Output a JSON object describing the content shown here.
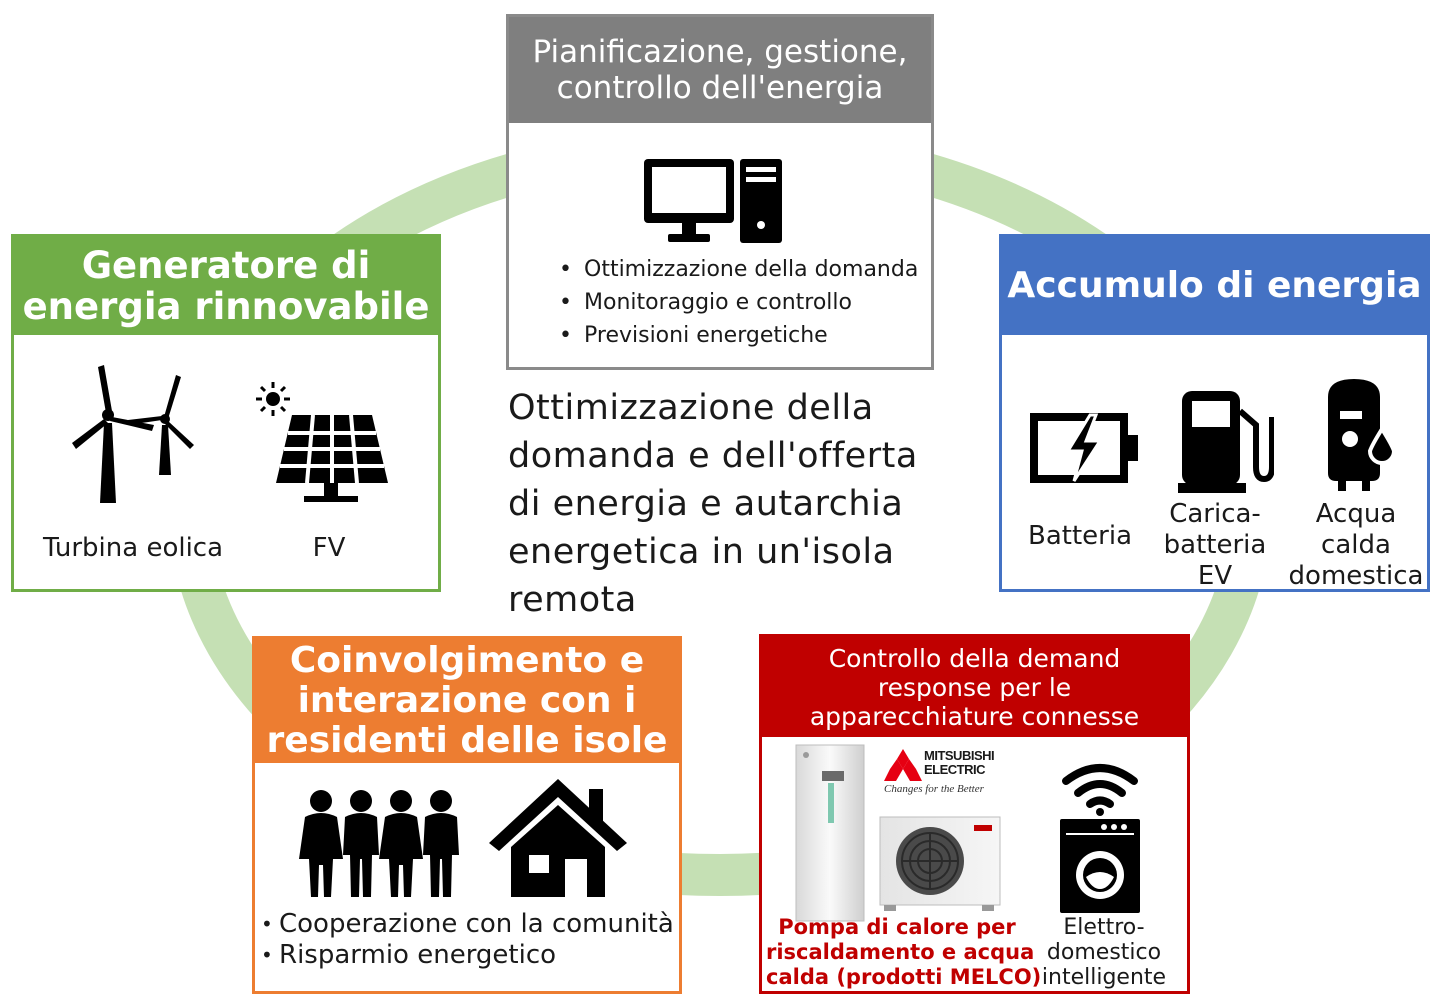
{
  "center_text": [
    "Ottimizzazione della",
    "domanda e dell'offerta",
    "di energia e autarchia",
    "energetica in un'isola",
    "remota"
  ],
  "colors": {
    "ring": "#c5e0b4",
    "planning": "#7f7f7f",
    "renewable": "#70ad47",
    "storage": "#4472c4",
    "engagement": "#ed7d31",
    "demand_response": "#c00000"
  },
  "planning": {
    "title": [
      "Pianificazione, gestione,",
      "controllo dell'energia"
    ],
    "icon": "desktop-computer-icon",
    "bullets": [
      "Ottimizzazione della domanda",
      "Monitoraggio e controllo",
      "Previsioni energetiche"
    ]
  },
  "renewable": {
    "title": [
      "Generatore di",
      "energia rinnovabile"
    ],
    "items": [
      {
        "icon": "wind-turbine-icon",
        "label": [
          "Turbina eolica"
        ]
      },
      {
        "icon": "solar-panel-icon",
        "label": [
          "FV"
        ]
      }
    ]
  },
  "storage": {
    "title": [
      "Accumulo di energia"
    ],
    "items": [
      {
        "icon": "battery-icon",
        "label": [
          "Batteria"
        ]
      },
      {
        "icon": "ev-charger-icon",
        "label": [
          "Carica-",
          "batteria",
          "EV"
        ]
      },
      {
        "icon": "water-heater-icon",
        "label": [
          "Acqua",
          "calda",
          "domestica"
        ]
      }
    ]
  },
  "engagement": {
    "title": [
      "Coinvolgimento e",
      "interazione con i",
      "residenti delle isole"
    ],
    "icons": [
      "people-icon",
      "house-icon"
    ],
    "bullets": [
      "Cooperazione con la comunità",
      "Risparmio energetico"
    ]
  },
  "demand_response": {
    "title": [
      "Controllo della demand",
      "response per le",
      "apparecchiature connesse"
    ],
    "logo": {
      "text": [
        "MITSUBISHI",
        "ELECTRIC"
      ],
      "tagline": "Changes for the Better"
    },
    "heat_pump_label": [
      "Pompa di calore per",
      "riscaldamento e acqua",
      "calda (prodotti MELCO)"
    ],
    "heat_pump_label_color": "#c00000",
    "appliance_label": [
      "Elettro-",
      "domestico",
      "intelligente"
    ],
    "icons": [
      "heat-pump-indoor-unit-icon",
      "heat-pump-outdoor-unit-icon",
      "wifi-icon",
      "washing-machine-icon"
    ]
  }
}
